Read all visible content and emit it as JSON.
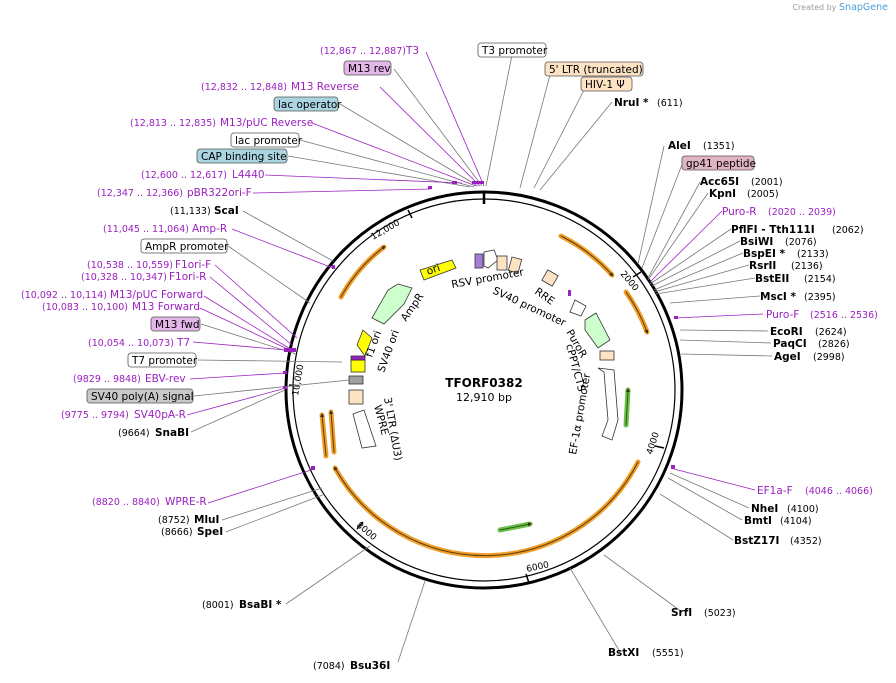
{
  "plasmid": {
    "name": "TFORF0382",
    "size_label": "12,910 bp",
    "length_bp": 12910
  },
  "brand": {
    "created_by": "Created by",
    "app": "SnapGene"
  },
  "colors": {
    "feature_orange": "#f0a028",
    "promoter_fill": "#ffffff",
    "marker_green": "#6cc04a",
    "rep_origin": "#ffff00",
    "ampr": "#ccffcc",
    "box_orange": "#fde2c4",
    "box_blue": "#a9d4e0",
    "box_purple": "#e3b5e8",
    "box_gray": "#c8c8c8",
    "box_pink": "#e0b4c4",
    "primer": "#9b20c0"
  },
  "ticks": [
    "2000",
    "4000",
    "6000",
    "8000",
    "10,000",
    "12,000"
  ],
  "inner_features": [
    "RSV promoter",
    "RRE",
    "SV40 promoter",
    "PuroR",
    "cPPT/CTS",
    "EF-1α promoter",
    "3' LTR (ΔU3)",
    "WPRE",
    "SV40 ori",
    "f1 ori",
    "AmpR",
    "ori"
  ],
  "labels": {
    "left": [
      {
        "coord": "(12,867 .. 12,887)",
        "name": "T3",
        "kind": "primer"
      },
      {
        "name": "M13 rev",
        "kind": "purple"
      },
      {
        "coord": "(12,832 .. 12,848)",
        "name": "M13 Reverse",
        "kind": "primer"
      },
      {
        "name": "lac operator",
        "kind": "blue"
      },
      {
        "coord": "(12,813 .. 12,835)",
        "name": "M13/pUC Reverse",
        "kind": "primer"
      },
      {
        "name": "lac promoter",
        "kind": "white"
      },
      {
        "name": "CAP binding site",
        "kind": "blue"
      },
      {
        "coord": "(12,600 .. 12,617)",
        "name": "L4440",
        "kind": "primer"
      },
      {
        "coord": "(12,347 .. 12,366)",
        "name": "pBR322ori-F",
        "kind": "primer"
      },
      {
        "coord": "(11,133)",
        "name": "ScaI",
        "kind": "enzyme"
      },
      {
        "coord": "(11,045 .. 11,064)",
        "name": "Amp-R",
        "kind": "primer"
      },
      {
        "name": "AmpR promoter",
        "kind": "white"
      },
      {
        "coord": "(10,538 .. 10,559)",
        "name": "F1ori-F",
        "kind": "primer"
      },
      {
        "coord": "(10,328 .. 10,347)",
        "name": "F1ori-R",
        "kind": "primer"
      },
      {
        "coord": "(10,092 .. 10,114)",
        "name": "M13/pUC Forward",
        "kind": "primer"
      },
      {
        "coord": "(10,083 .. 10,100)",
        "name": "M13 Forward",
        "kind": "primer"
      },
      {
        "name": "M13 fwd",
        "kind": "purple"
      },
      {
        "coord": "(10,054 .. 10,073)",
        "name": "T7",
        "kind": "primer"
      },
      {
        "name": "T7 promoter",
        "kind": "white"
      },
      {
        "coord": "(9829 .. 9848)",
        "name": "EBV-rev",
        "kind": "primer"
      },
      {
        "name": "SV40 poly(A) signal",
        "kind": "gray"
      },
      {
        "coord": "(9775 .. 9794)",
        "name": "SV40pA-R",
        "kind": "primer"
      },
      {
        "coord": "(9664)",
        "name": "SnaBI",
        "kind": "enzyme"
      },
      {
        "coord": "(8820 .. 8840)",
        "name": "WPRE-R",
        "kind": "primer"
      },
      {
        "coord": "(8752)",
        "name": "MluI",
        "kind": "enzyme"
      },
      {
        "coord": "(8666)",
        "name": "SpeI",
        "kind": "enzyme"
      },
      {
        "coord": "(8001)",
        "name": "BsaBI *",
        "kind": "enzyme"
      },
      {
        "coord": "(7084)",
        "name": "Bsu36I",
        "kind": "enzyme"
      }
    ],
    "right": [
      {
        "name": "T3 promoter",
        "kind": "white"
      },
      {
        "name": "5' LTR (truncated)",
        "kind": "orange"
      },
      {
        "name": "HIV-1 Ψ",
        "kind": "orange"
      },
      {
        "name": "NruI *",
        "coord": "(611)",
        "kind": "enzyme"
      },
      {
        "name": "AleI",
        "coord": "(1351)",
        "kind": "enzyme"
      },
      {
        "name": "gp41 peptide",
        "kind": "pink"
      },
      {
        "name": "Acc65I",
        "coord": "(2001)",
        "kind": "enzyme"
      },
      {
        "name": "KpnI",
        "coord": "(2005)",
        "kind": "enzyme"
      },
      {
        "name": "Puro-R",
        "coord": "(2020 .. 2039)",
        "kind": "primer"
      },
      {
        "name": "PflFI - Tth111I",
        "coord": "(2062)",
        "kind": "enzyme"
      },
      {
        "name": "BsiWI",
        "coord": "(2076)",
        "kind": "enzyme"
      },
      {
        "name": "BspEI *",
        "coord": "(2133)",
        "kind": "enzyme"
      },
      {
        "name": "RsrII",
        "coord": "(2136)",
        "kind": "enzyme"
      },
      {
        "name": "BstEII",
        "coord": "(2154)",
        "kind": "enzyme"
      },
      {
        "name": "MscI *",
        "coord": "(2395)",
        "kind": "enzyme"
      },
      {
        "name": "Puro-F",
        "coord": "(2516 .. 2536)",
        "kind": "primer"
      },
      {
        "name": "EcoRI",
        "coord": "(2624)",
        "kind": "enzyme"
      },
      {
        "name": "PaqCI",
        "coord": "(2826)",
        "kind": "enzyme"
      },
      {
        "name": "AgeI",
        "coord": "(2998)",
        "kind": "enzyme"
      },
      {
        "name": "EF1a-F",
        "coord": "(4046 .. 4066)",
        "kind": "primer"
      },
      {
        "name": "NheI",
        "coord": "(4100)",
        "kind": "enzyme"
      },
      {
        "name": "BmtI",
        "coord": "(4104)",
        "kind": "enzyme"
      },
      {
        "name": "BstZ17I",
        "coord": "(4352)",
        "kind": "enzyme"
      },
      {
        "name": "SrfI",
        "coord": "(5023)",
        "kind": "enzyme"
      },
      {
        "name": "BstXI",
        "coord": "(5551)",
        "kind": "enzyme"
      }
    ]
  }
}
